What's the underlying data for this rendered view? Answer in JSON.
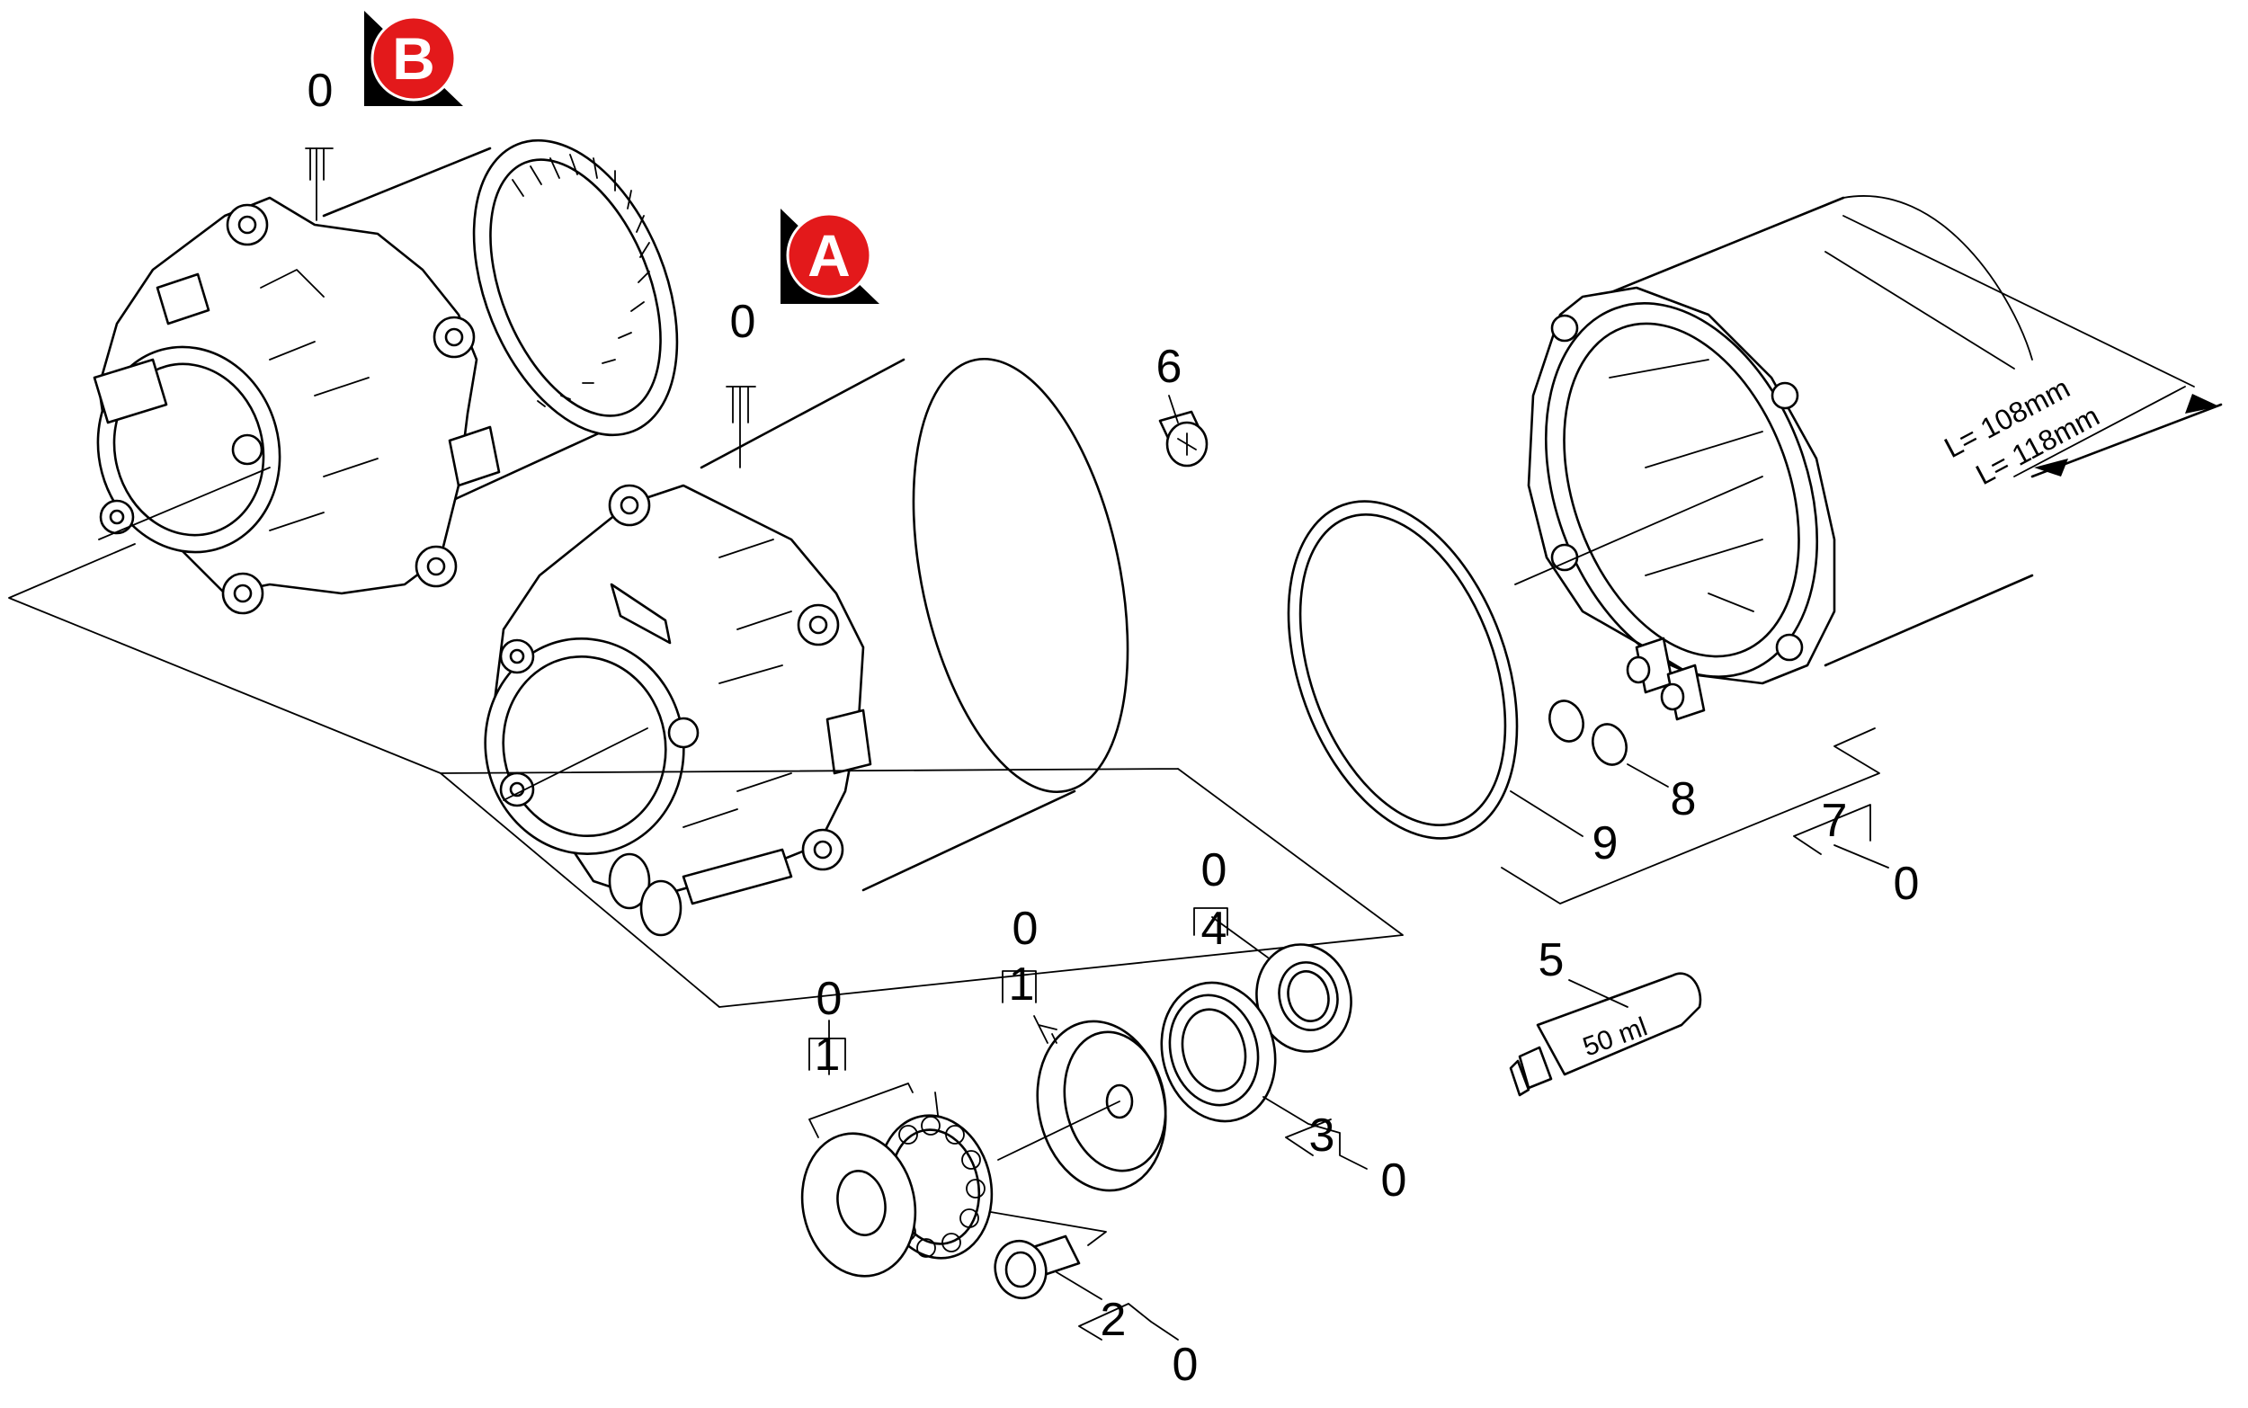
{
  "markers": {
    "a": "A",
    "b": "B"
  },
  "callouts": {
    "motor_b_level": "0",
    "motor_a_level": "0",
    "screw": "6",
    "tube": "5",
    "tube_text": "50 ml",
    "oring_large": "9",
    "oring_small": "8",
    "head": "7",
    "head_level": "0",
    "bearing_seal": "4",
    "bearing_seal_level": "0",
    "bearing": "3",
    "bearing_level": "0",
    "bolt": "2",
    "bolt_level": "0",
    "swash_plate": "1",
    "swash_plate_level": "0",
    "thrust_bearing": "1",
    "thrust_bearing_level": "0"
  },
  "dimensions": {
    "length_1": "L= 108mm",
    "length_2": "L= 118mm"
  },
  "colors": {
    "marker_red": "#e3191b",
    "line": "#000000"
  }
}
